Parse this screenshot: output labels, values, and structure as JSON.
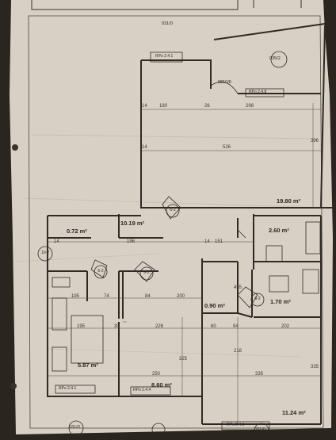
{
  "drawing": {
    "top_code": "031/0",
    "right_code": "035/2",
    "bottom_codes": [
      "031/0",
      "031/0"
    ],
    "corridor_code": "0810/6",
    "unit_labels": [
      "10-2",
      "6-2",
      "6-2",
      "6-2",
      "6-2"
    ],
    "room_areas": {
      "room_top": "19.80 m²",
      "hall": "10.19 m²",
      "closet": "0.72 m²",
      "bath": "2.60 m²",
      "wc": "1.70 m²",
      "store": "0.90 m²",
      "kitchen": "5.87 m²",
      "room_mid": "8.60 m²",
      "room_right": "11.24 m²"
    },
    "radiator_labels": {
      "top_left": "RPo 2.4.1",
      "top_right": "RPo 2.4.8",
      "bottom_left": "RPo 2.4.1",
      "bottom_mid": "RPo 2.4.4",
      "bottom_right": "RPo 2.4.1"
    },
    "dimensions": {
      "d180": "180",
      "d26": "26",
      "d298": "298",
      "d14a": "14",
      "d526": "526",
      "d14b": "14",
      "d14c": "14",
      "d196": "196",
      "d14d": "14",
      "d151": "151",
      "d195a": "195",
      "d74": "74",
      "d84": "84",
      "d200": "200",
      "d195b": "195",
      "d30": "30",
      "d226": "226",
      "d60": "60",
      "d94": "94",
      "d202": "202",
      "d250": "250",
      "d335": "335",
      "d325": "325",
      "d218": "218",
      "d455": "455",
      "d396": "396",
      "d335b": "335"
    }
  }
}
